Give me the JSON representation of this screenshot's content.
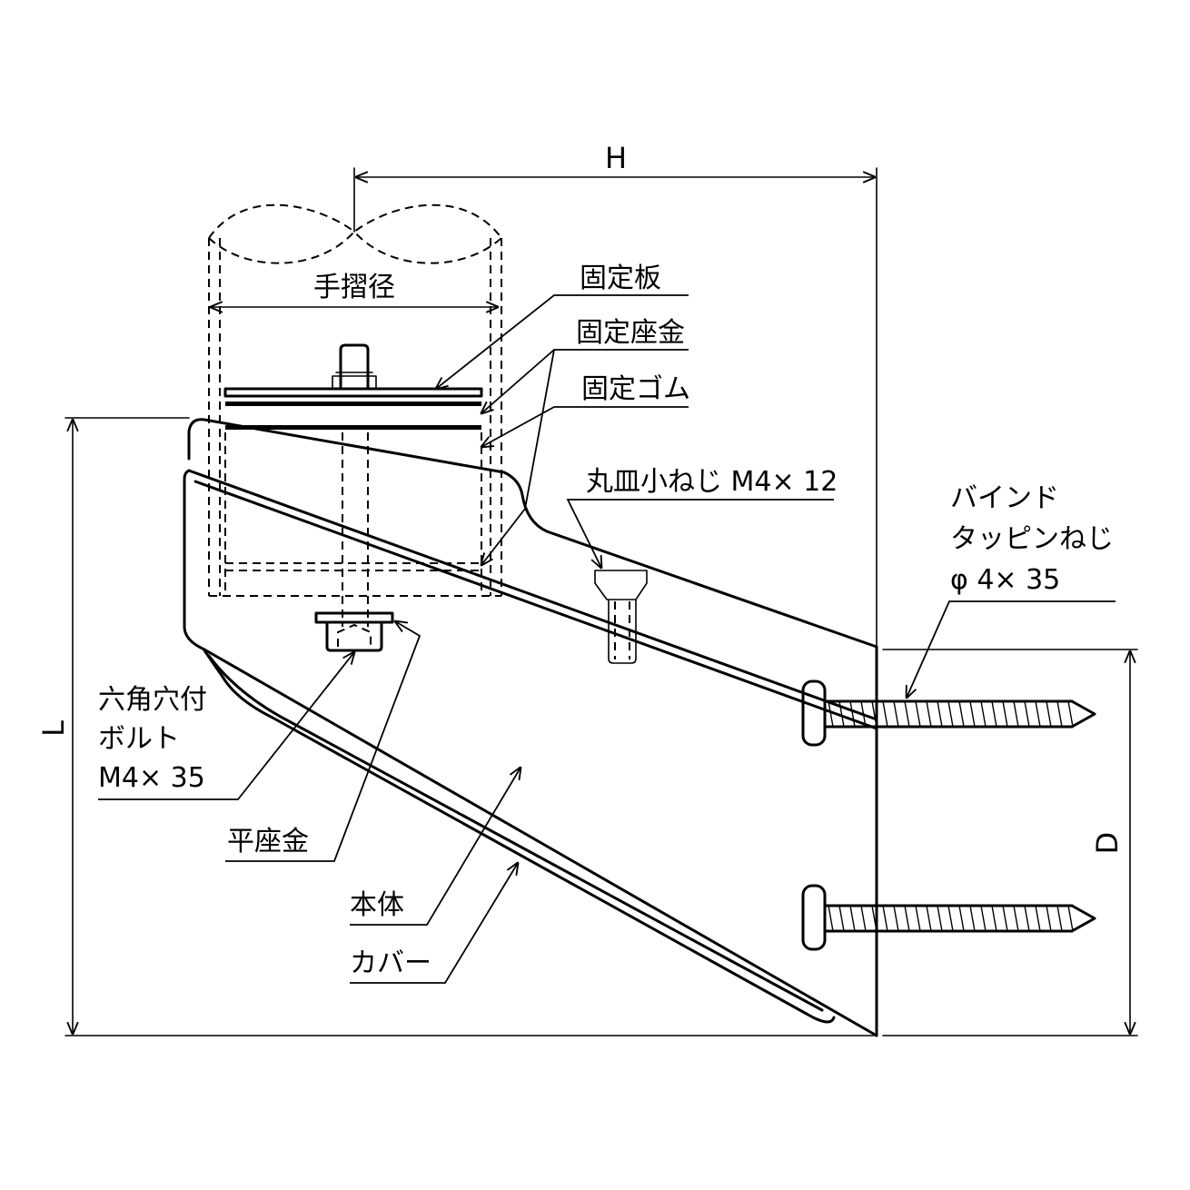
{
  "dimensions": {
    "H": "H",
    "L": "L",
    "D": "D",
    "handrail_diameter": "手摺径"
  },
  "labels": {
    "fixing_plate": "固定板",
    "fixing_washer": "固定座金",
    "fixing_rubber": "固定ゴム",
    "pan_screw": "丸皿小ねじ M4× 12",
    "bind_screw_line1": "バインド",
    "bind_screw_line2": "タッピンねじ",
    "bind_screw_line3": "φ 4× 35",
    "hex_bolt_line1": "六角穴付",
    "hex_bolt_line2": "ボルト",
    "hex_bolt_line3": "M4× 35",
    "flat_washer": "平座金",
    "body": "本体",
    "cover": "カバー"
  }
}
